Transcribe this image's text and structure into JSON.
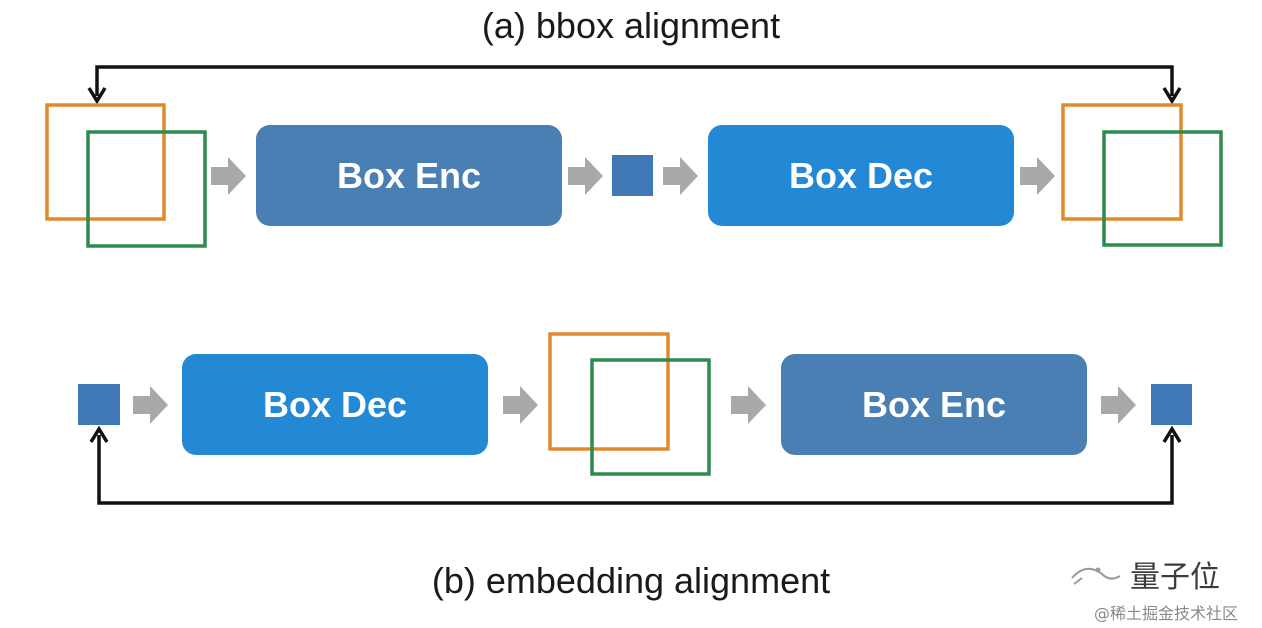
{
  "titles": {
    "a": "(a) bbox alignment",
    "b": "(b) embedding alignment"
  },
  "blocks": {
    "a_encoder": "Box Enc",
    "a_decoder": "Box Dec",
    "b_decoder": "Box Dec",
    "b_encoder": "Box Enc"
  },
  "colors": {
    "encoder_block": "#4a7fb3",
    "decoder_block": "#2389d5",
    "embedding_square": "#3f78b5",
    "box_orange": "#e08a2c",
    "box_green": "#2e8b4e",
    "flow_arrow": "#a9a9a9",
    "loop_arrow": "#111111"
  },
  "watermark": {
    "primary": "量子位",
    "secondary": "@稀土掘金技术社区"
  }
}
